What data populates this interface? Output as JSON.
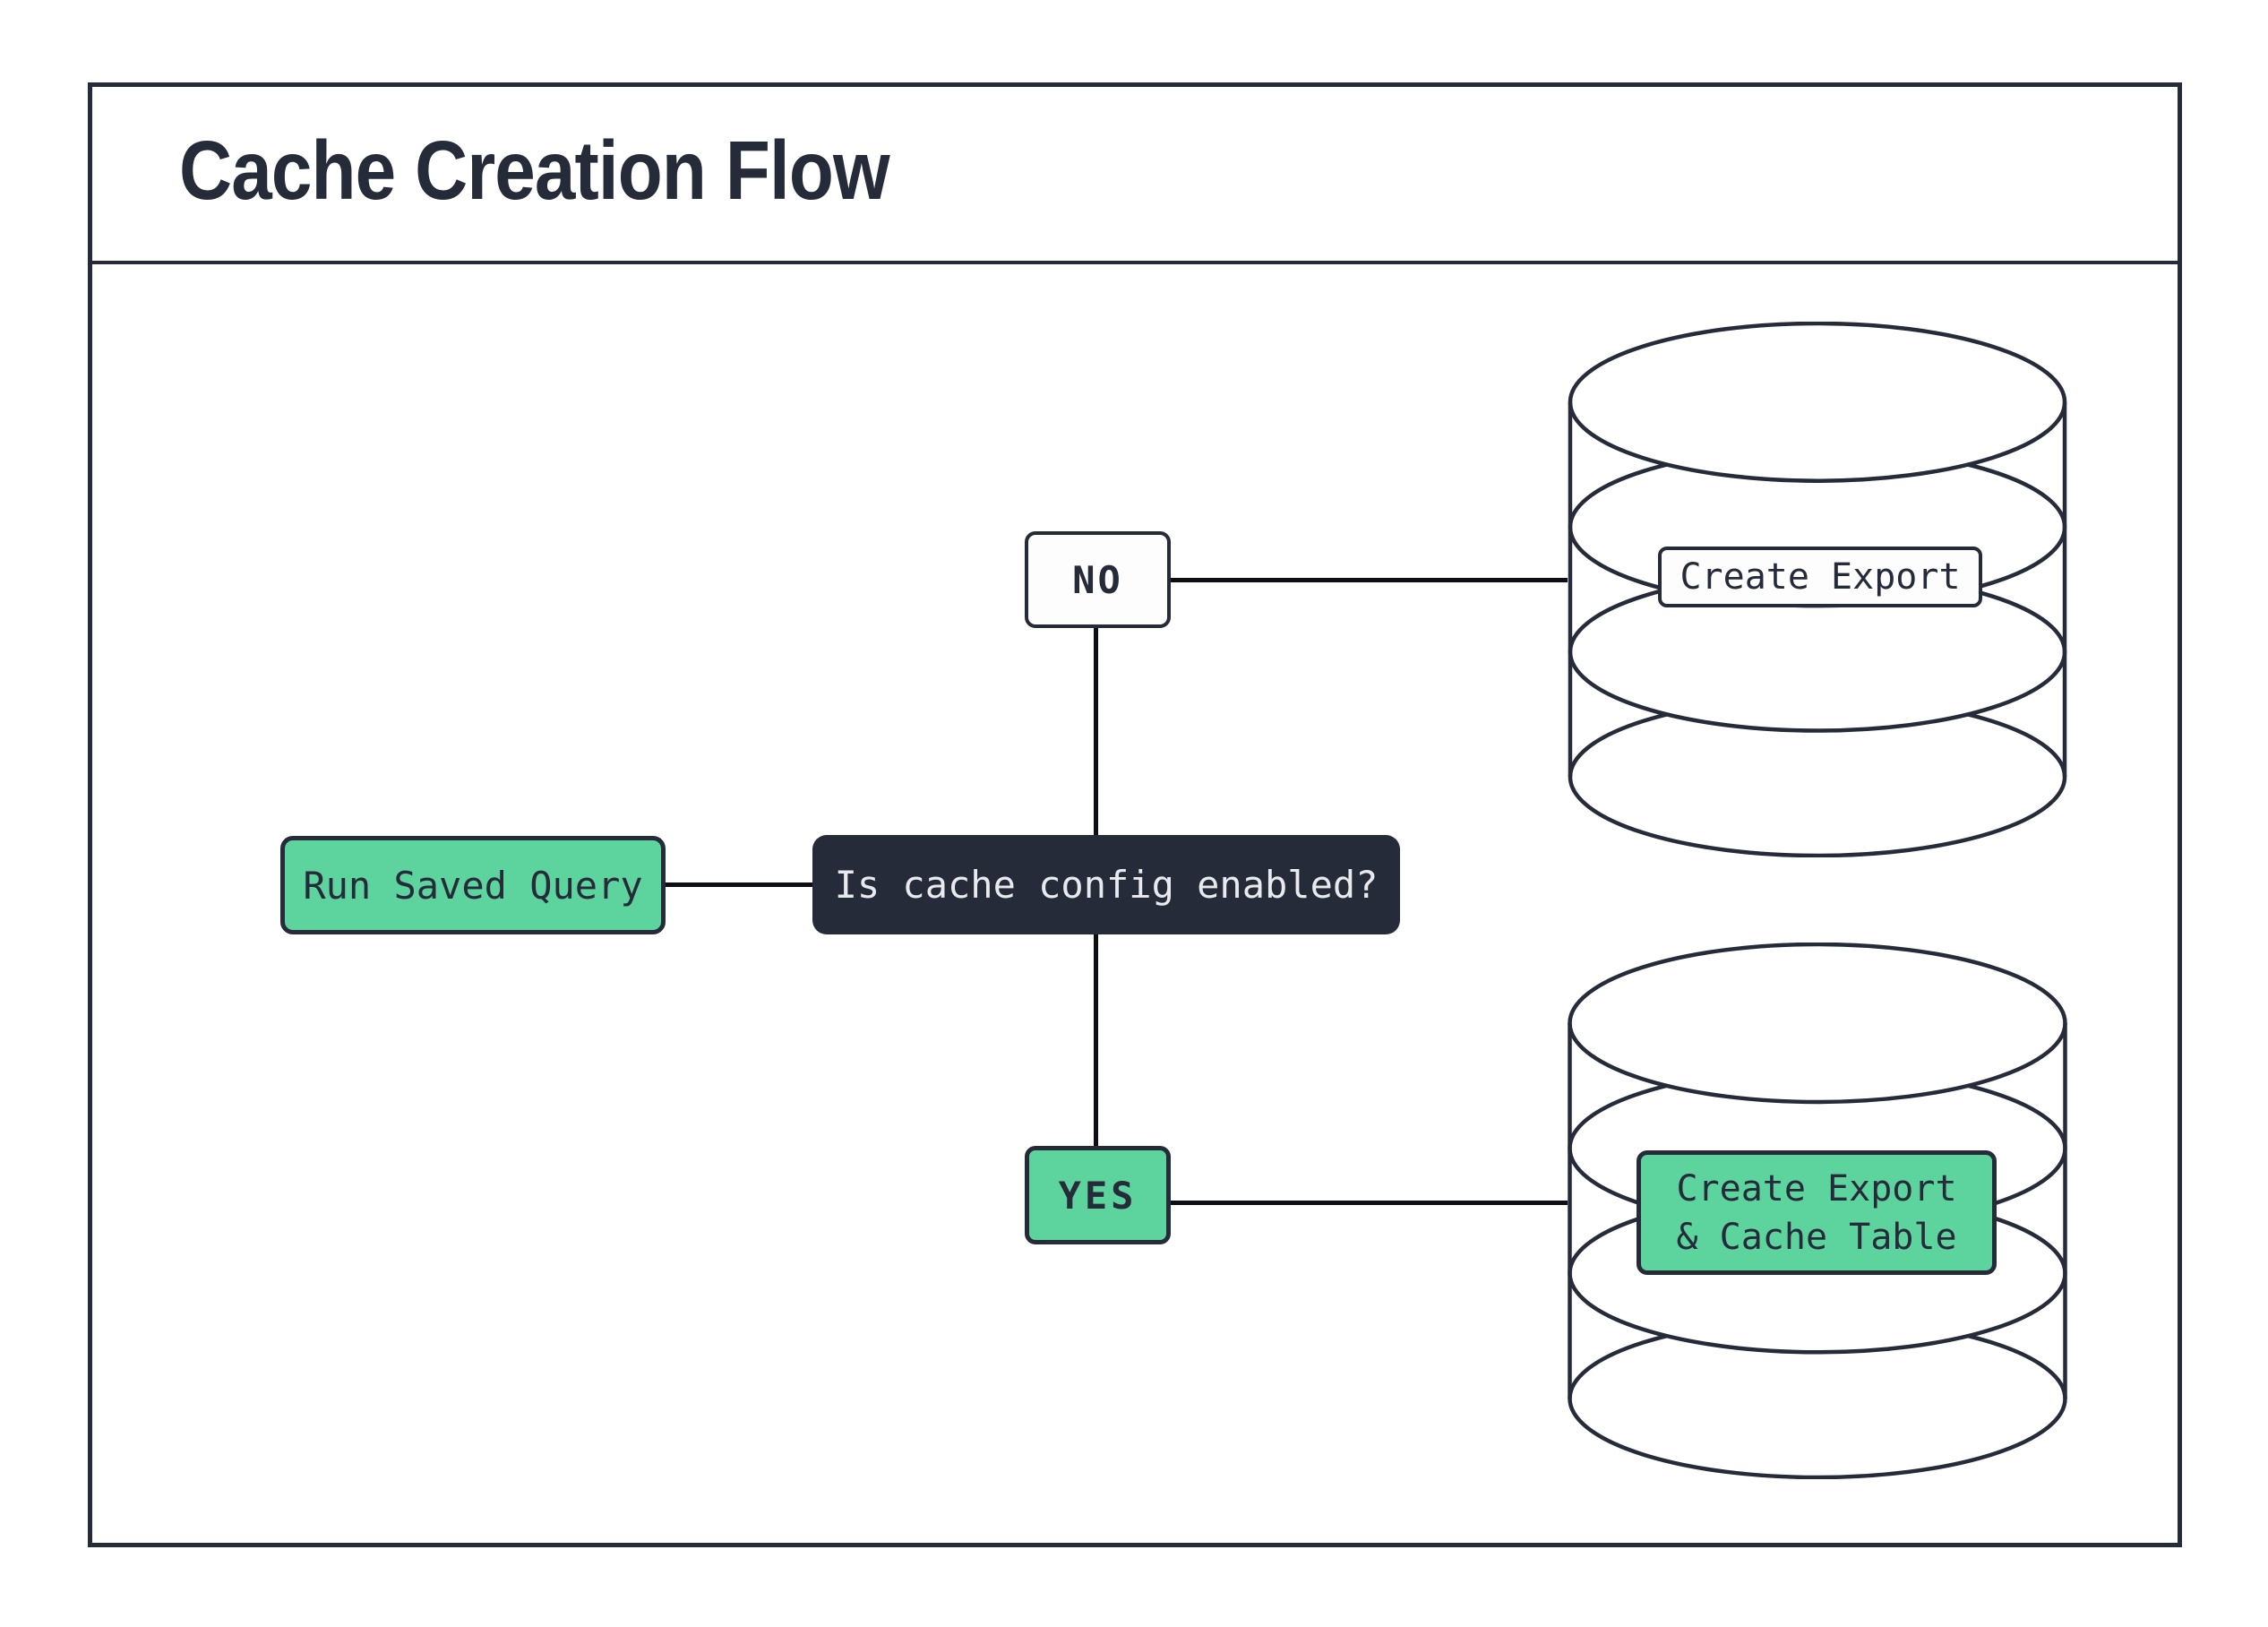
{
  "header": {
    "title": "Cache Creation Flow"
  },
  "colors": {
    "ink": "#262b3a",
    "accent_green": "#5dd39d",
    "connector_black": "#0d0f14",
    "decision_text": "#e9eaee",
    "background": "#ffffff"
  },
  "flow": {
    "start": {
      "label": "Run Saved Query"
    },
    "decision": {
      "label": "Is cache config enabled?"
    },
    "branch_no": {
      "label": "NO"
    },
    "branch_yes": {
      "label": "YES"
    },
    "database_no": {
      "icon": "database-icon",
      "label": "Create Export"
    },
    "database_yes": {
      "icon": "database-icon",
      "label_line1": "Create Export",
      "label_line2": "& Cache Table"
    }
  }
}
